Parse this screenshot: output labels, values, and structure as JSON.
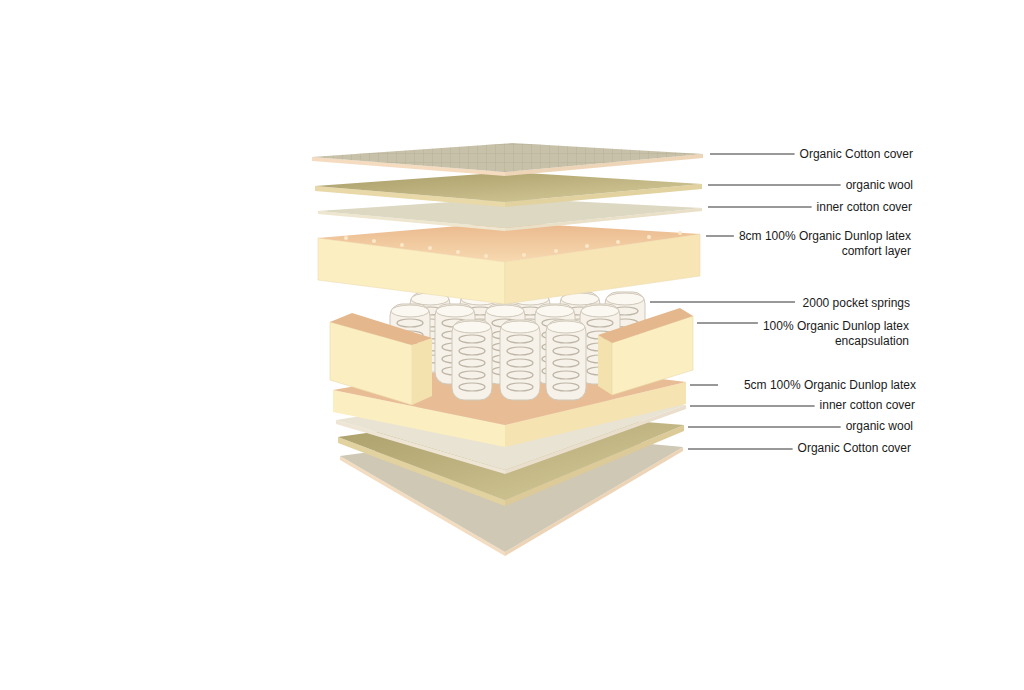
{
  "diagram": {
    "labels": [
      "Organic Cotton cover",
      "organic wool",
      "inner cotton cover",
      "8cm 100% Organic Dunlop latex comfort layer",
      "2000 pocket springs",
      "100% Organic Dunlop latex encapsulation",
      "5cm 100% Organic Dunlop latex",
      "inner cotton cover",
      "organic wool",
      "Organic Cotton cover"
    ]
  }
}
